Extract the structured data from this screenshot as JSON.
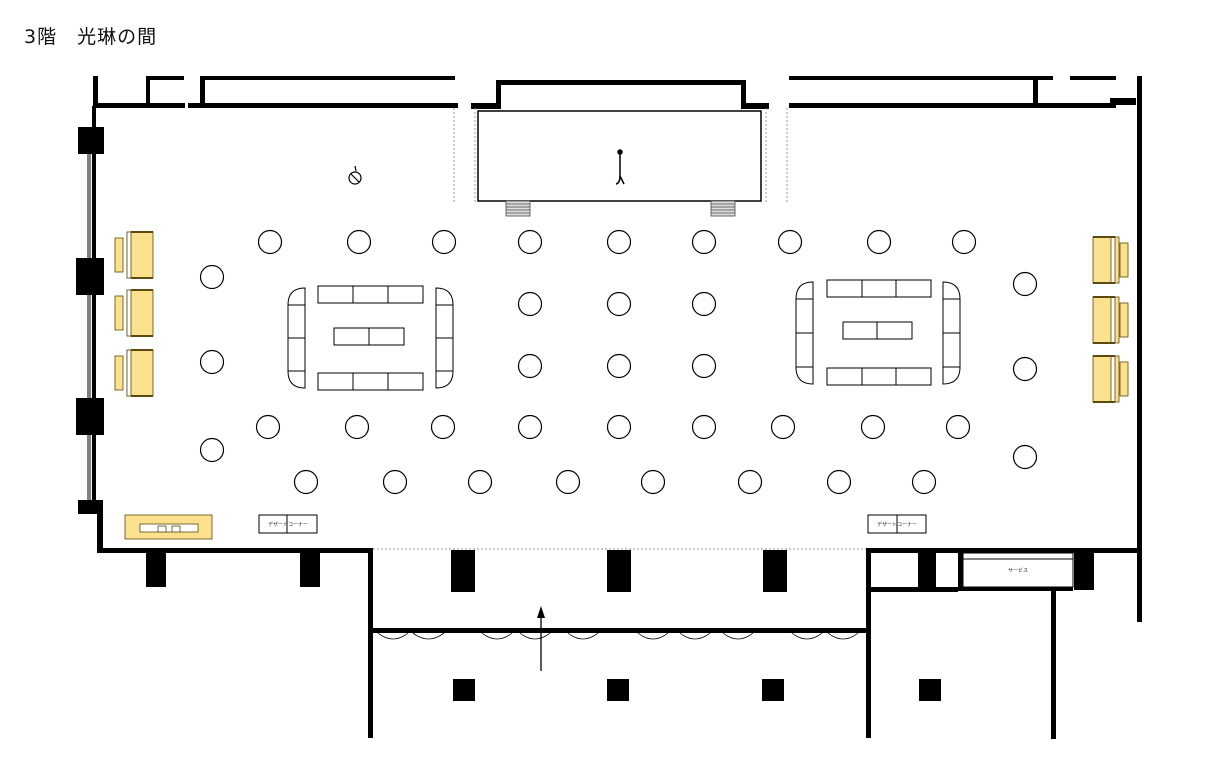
{
  "page": {
    "title": "3階　光琳の間"
  },
  "labels": {
    "dessert_left": "デザートコーナー",
    "dessert_right": "デザートコーナー",
    "service": "サービス"
  },
  "colors": {
    "wall": "#000000",
    "sofa": "#fbe08d",
    "sofa_stroke": "#5a4a10",
    "line": "#000000"
  },
  "icons": {
    "podium": "podium-icon",
    "microphone": "microphone-icon",
    "entrance_arrow": "arrow-up-icon"
  }
}
